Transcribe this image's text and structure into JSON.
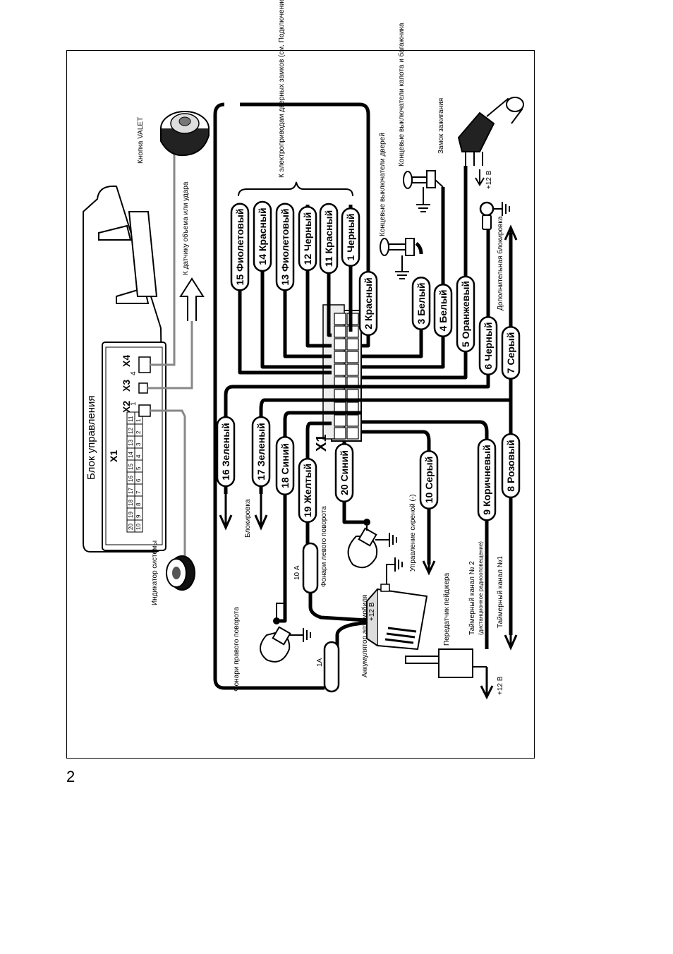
{
  "page_number": "2",
  "control_unit": {
    "title": "Блок управления",
    "connectors": [
      "X1",
      "X2",
      "X3",
      "X4"
    ],
    "connector_pins": {
      "x2": "1",
      "x3": "4"
    },
    "x1_pin_grid": [
      [
        "20",
        "19",
        "18",
        "17",
        "16",
        "15",
        "14",
        "13",
        "12",
        "11"
      ],
      [
        "10",
        "9",
        "8",
        "7",
        "6",
        "5",
        "4",
        "3",
        "2",
        "1"
      ]
    ]
  },
  "main_connector_label": "X1",
  "wires": [
    "15 Фиолетовый",
    "14 Красный",
    "13 Фиолетовый",
    "12 Черный",
    "11 Красный",
    "1 Черный",
    "2 Красный",
    "3 Белый",
    "4 Белый",
    "5 Оранжевый",
    "6 Черный",
    "7 Серый",
    "16 Зеленый",
    "17 Зеленый",
    "18 Синий",
    "19 Желтый",
    "20 Синий",
    "10 Серый",
    "9 Коричневый",
    "8 Розовый"
  ],
  "labels": {
    "valet_button": "Кнопка VALET",
    "sensor": "К датчику объема или удара",
    "door_locks": "К электроприводам дверных замков (см. Подключение замков дверей)",
    "door_switches": "Концевые выключатели дверей",
    "hood_switches": "Концевые выключатели капота и багажника",
    "ignition": "Замок зажигания",
    "plus12_ignition": "+12 В",
    "extra_lock": "Дополнительная блокировка",
    "system_indicator": "Индикатор системы",
    "blocking": "Блокировка",
    "siren_control": "Управление сиреной (-)",
    "left_turn": "Фонари левого поворота",
    "right_turn": "Фонари правого поворота",
    "fuse_10a": "10 А",
    "fuse_1a": "1А",
    "battery_plus": "+12 В",
    "battery": "Аккумулятор автомобиля",
    "pager": "Передатчик пейджера",
    "timer2": "Таймерный канал № 2",
    "timer2_note": "(дистанционное радиооповещение)",
    "timer1": "Таймерный канал №1",
    "plus12_pager": "+12 В"
  },
  "colors": {
    "line": "#000000",
    "cable": "#888888",
    "paper": "#ffffff"
  }
}
